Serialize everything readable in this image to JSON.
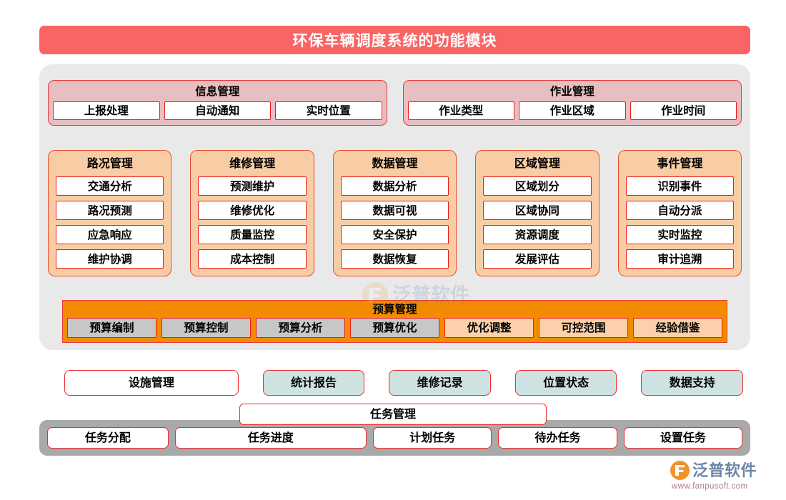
{
  "header": {
    "title": "环保车辆调度系统的功能模块",
    "bg_color": "#FB6464",
    "text_color": "#FFFFFF"
  },
  "board": {
    "bg_color": "#E9E9E9",
    "pink_groups": [
      {
        "title": "信息管理",
        "bg_color": "#E8BFC0",
        "items": [
          "上报处理",
          "自动通知",
          "实时位置"
        ]
      },
      {
        "title": "作业管理",
        "bg_color": "#E8BFC0",
        "items": [
          "作业类型",
          "作业区域",
          "作业时间"
        ]
      }
    ],
    "orange_groups": [
      {
        "title": "路况管理",
        "bg_color": "#F8CDA5",
        "items": [
          "交通分析",
          "路况预测",
          "应急响应",
          "维护协调"
        ]
      },
      {
        "title": "维修管理",
        "bg_color": "#F8CDA5",
        "items": [
          "预测维护",
          "维修优化",
          "质量监控",
          "成本控制"
        ]
      },
      {
        "title": "数据管理",
        "bg_color": "#F8CDA5",
        "items": [
          "数据分析",
          "数据可视",
          "安全保护",
          "数据恢复"
        ]
      },
      {
        "title": "区域管理",
        "bg_color": "#F8CDA5",
        "items": [
          "区域划分",
          "区域协同",
          "资源调度",
          "发展评估"
        ]
      },
      {
        "title": "事件管理",
        "bg_color": "#F8CDA5",
        "items": [
          "识别事件",
          "自动分派",
          "实时监控",
          "审计追溯"
        ]
      }
    ],
    "budget": {
      "title": "预算管理",
      "bg_color": "#F28B00",
      "items": [
        {
          "label": "预算编制",
          "style": "grey"
        },
        {
          "label": "预算控制",
          "style": "grey"
        },
        {
          "label": "预算分析",
          "style": "grey"
        },
        {
          "label": "预算优化",
          "style": "grey"
        },
        {
          "label": "优化调整",
          "style": "peach"
        },
        {
          "label": "可控范围",
          "style": "peach"
        },
        {
          "label": "经验借鉴",
          "style": "peach"
        }
      ]
    }
  },
  "pills": [
    {
      "label": "设施管理",
      "style": "white",
      "width": "wide"
    },
    {
      "label": "统计报告",
      "style": "teal",
      "width": "norm"
    },
    {
      "label": "维修记录",
      "style": "teal",
      "width": "norm"
    },
    {
      "label": "位置状态",
      "style": "teal",
      "width": "norm"
    },
    {
      "label": "数据支持",
      "style": "teal",
      "width": "norm"
    }
  ],
  "task_section": {
    "title": "任务管理",
    "bar_color": "#A9A9A9",
    "items": [
      "任务分配",
      "任务进度",
      "计划任务",
      "待办任务",
      "设置任务"
    ]
  },
  "watermark": {
    "text": "泛普软件"
  },
  "logo": {
    "name": "泛普软件",
    "url": "www.fanpusoft.com"
  }
}
